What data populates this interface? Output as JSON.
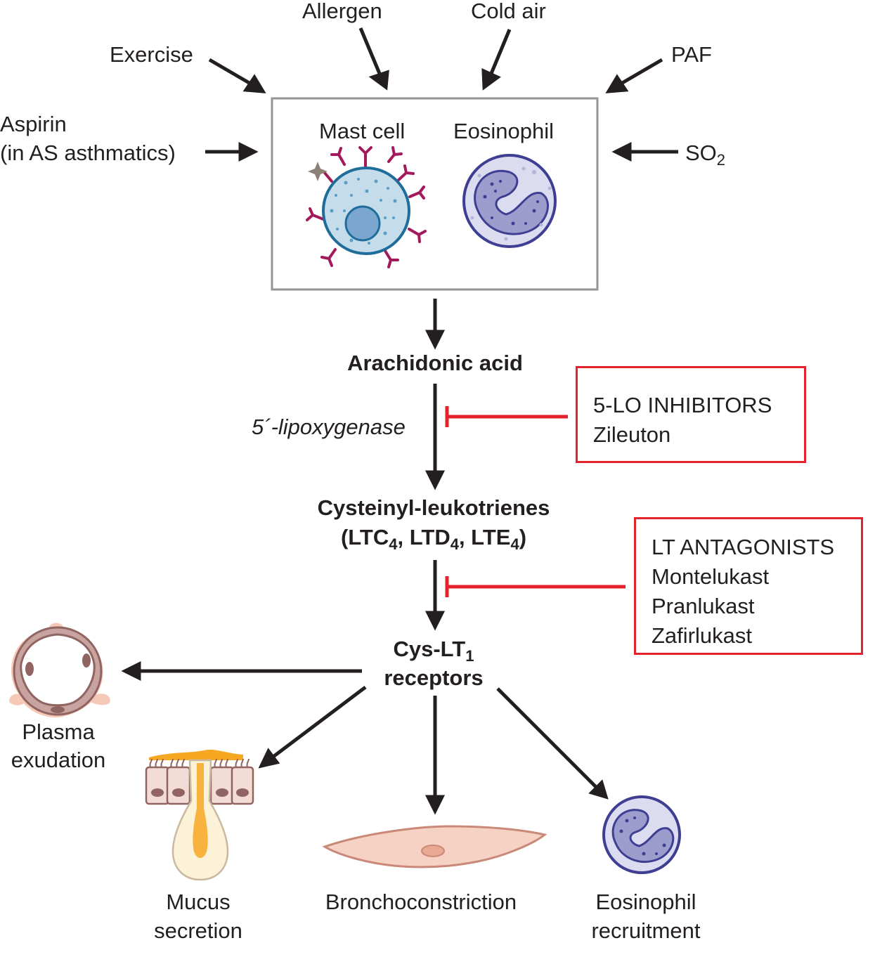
{
  "triggers": {
    "allergen": "Allergen",
    "cold_air": "Cold air",
    "exercise": "Exercise",
    "paf": "PAF",
    "aspirin_line1": "Aspirin",
    "aspirin_line2": "(in AS asthmatics)",
    "so2_base": "SO",
    "so2_sub": "2"
  },
  "cells_box": {
    "mast_cell": "Mast cell",
    "eosinophil": "Eosinophil"
  },
  "pathway": {
    "arachidonic_acid": "Arachidonic acid",
    "enzyme": "5´-lipoxygenase",
    "cys_lt_line1": "Cysteinyl-leukotrienes",
    "cys_lt_line2": {
      "open": "(LTC",
      "sub1": "4",
      "mid1": ", LTD",
      "sub2": "4",
      "mid2": ", LTE",
      "sub3": "4",
      "close": ")"
    },
    "receptor_line1_base": "Cys-LT",
    "receptor_line1_sub": "1",
    "receptor_line2": "receptors"
  },
  "inhibitors": {
    "title": "5-LO INHIBITORS",
    "drugs": [
      "Zileuton"
    ]
  },
  "antagonists": {
    "title": "LT ANTAGONISTS",
    "drugs": [
      "Montelukast",
      "Pranlukast",
      "Zafirlukast"
    ]
  },
  "effects": {
    "plasma": [
      "Plasma",
      "exudation"
    ],
    "mucus": [
      "Mucus",
      "secretion"
    ],
    "broncho": "Bronchoconstriction",
    "eosinophil": [
      "Eosinophil",
      "recruitment"
    ]
  },
  "colors": {
    "arrow": "#231f20",
    "inhibit": "#e3222b",
    "box_border": "#939598",
    "mast_cell_fill": "#c5dcea",
    "mast_cell_stroke": "#1f6d9a",
    "receptor": "#a3195b",
    "eosinophil_fill": "#dcdcf0",
    "eosinophil_stroke": "#3e3f93",
    "smooth_muscle": "#f5d2c4",
    "mucus": "#f7a823"
  }
}
